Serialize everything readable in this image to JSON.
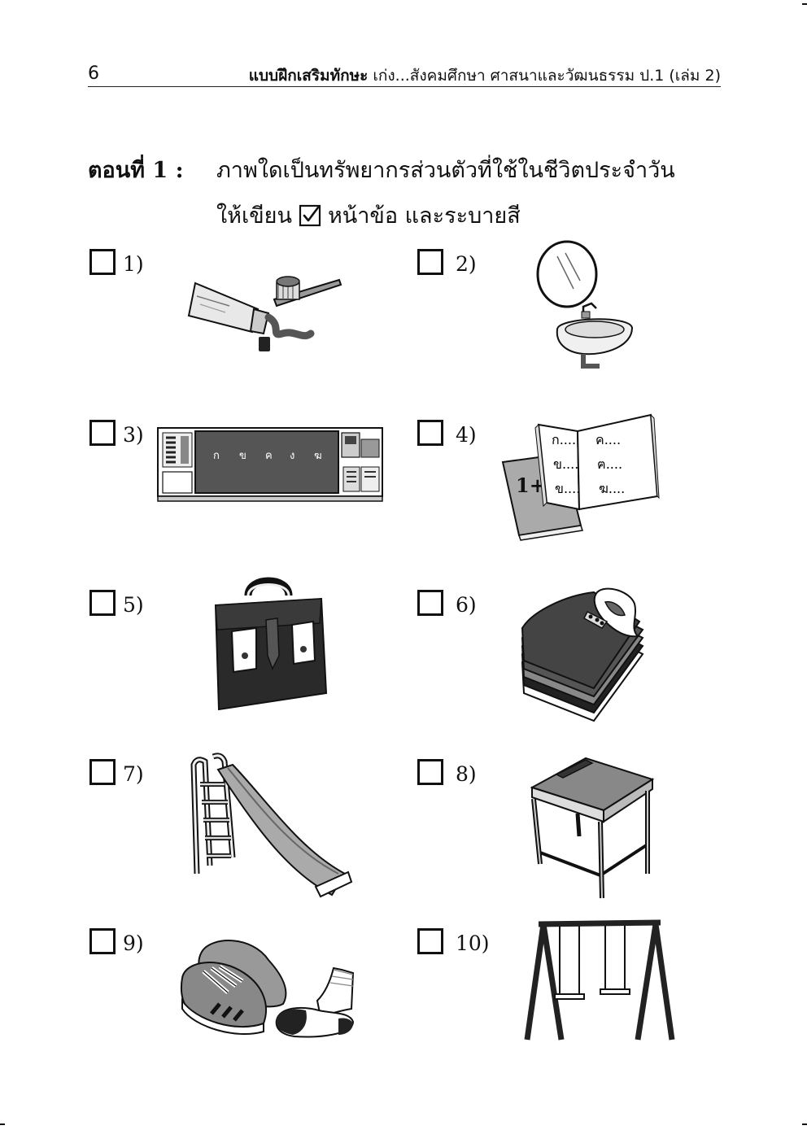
{
  "header": {
    "page_number": "6",
    "title_bold": "แบบฝึกเสริมทักษะ",
    "title_rest": " เก่ง...สังคมศึกษา ศาสนาและวัฒนธรรม ป.1 (เล่ม 2)"
  },
  "section": {
    "label": "ตอนที่  1  :",
    "instruction_line1": "ภาพใดเป็นทรัพยากรส่วนตัวที่ใช้ในชีวิตประจำวัน",
    "instruction_line2_pre": "ให้เขียน",
    "instruction_line2_post": "หน้าข้อ และระบายสี",
    "checkbox_icon": "checked-box-icon"
  },
  "items": [
    {
      "number": "1)",
      "icon": "toothpaste-toothbrush-icon"
    },
    {
      "number": "2)",
      "icon": "sink-mirror-icon"
    },
    {
      "number": "3)",
      "icon": "classroom-board-icon"
    },
    {
      "number": "4)",
      "icon": "books-icon"
    },
    {
      "number": "5)",
      "icon": "school-bag-icon"
    },
    {
      "number": "6)",
      "icon": "folded-shirts-icon"
    },
    {
      "number": "7)",
      "icon": "slide-icon"
    },
    {
      "number": "8)",
      "icon": "school-desk-icon"
    },
    {
      "number": "9)",
      "icon": "shoes-socks-icon"
    },
    {
      "number": "10)",
      "icon": "swing-icon"
    }
  ],
  "board_letters": [
    "ก",
    "ข",
    "ค",
    "ง",
    "ฆ"
  ],
  "book_text": {
    "left": [
      "ก....",
      "ข....",
      "ข...."
    ],
    "right": [
      "ค....",
      "ฅ....",
      "ฆ...."
    ],
    "cover": "1+"
  }
}
